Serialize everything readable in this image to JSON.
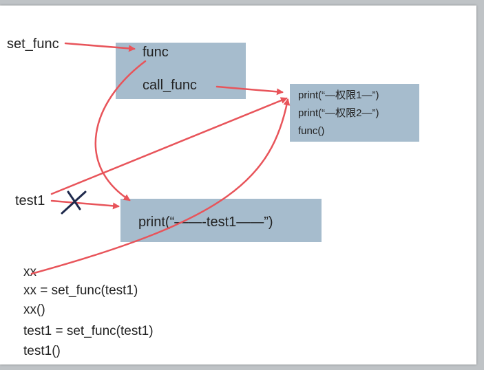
{
  "labels": {
    "set_func": "set_func",
    "test1": "test1"
  },
  "func_box": {
    "line1": "func",
    "line2": "call_func"
  },
  "inner_box": {
    "lines": [
      "print(“—权限1—”)",
      "print(“—权限2—”)",
      "func()"
    ]
  },
  "test1_box": {
    "text": "print(“——-test1——”)"
  },
  "code": {
    "lines": [
      "xx",
      "xx = set_func(test1)",
      "xx()",
      "test1 = set_func(test1)",
      "test1()"
    ]
  },
  "colors": {
    "arrow": "#e8545a",
    "box": "#a6bccd",
    "cross": "#1f2a4d"
  }
}
